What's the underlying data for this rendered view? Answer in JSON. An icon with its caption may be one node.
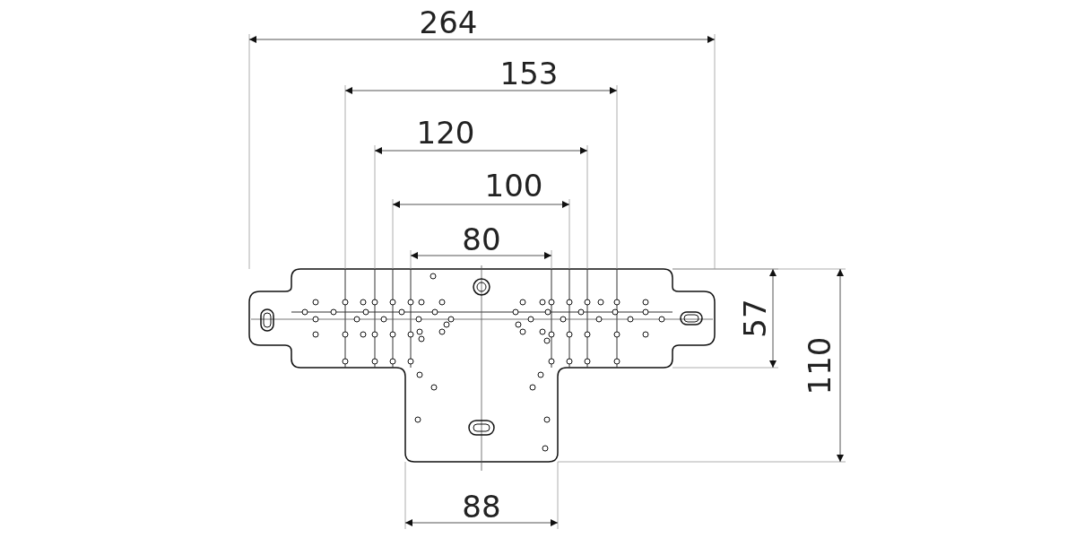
{
  "diagram": {
    "labels": [
      "264",
      "153",
      "120",
      "100",
      "80",
      "57",
      "110",
      "88"
    ]
  }
}
